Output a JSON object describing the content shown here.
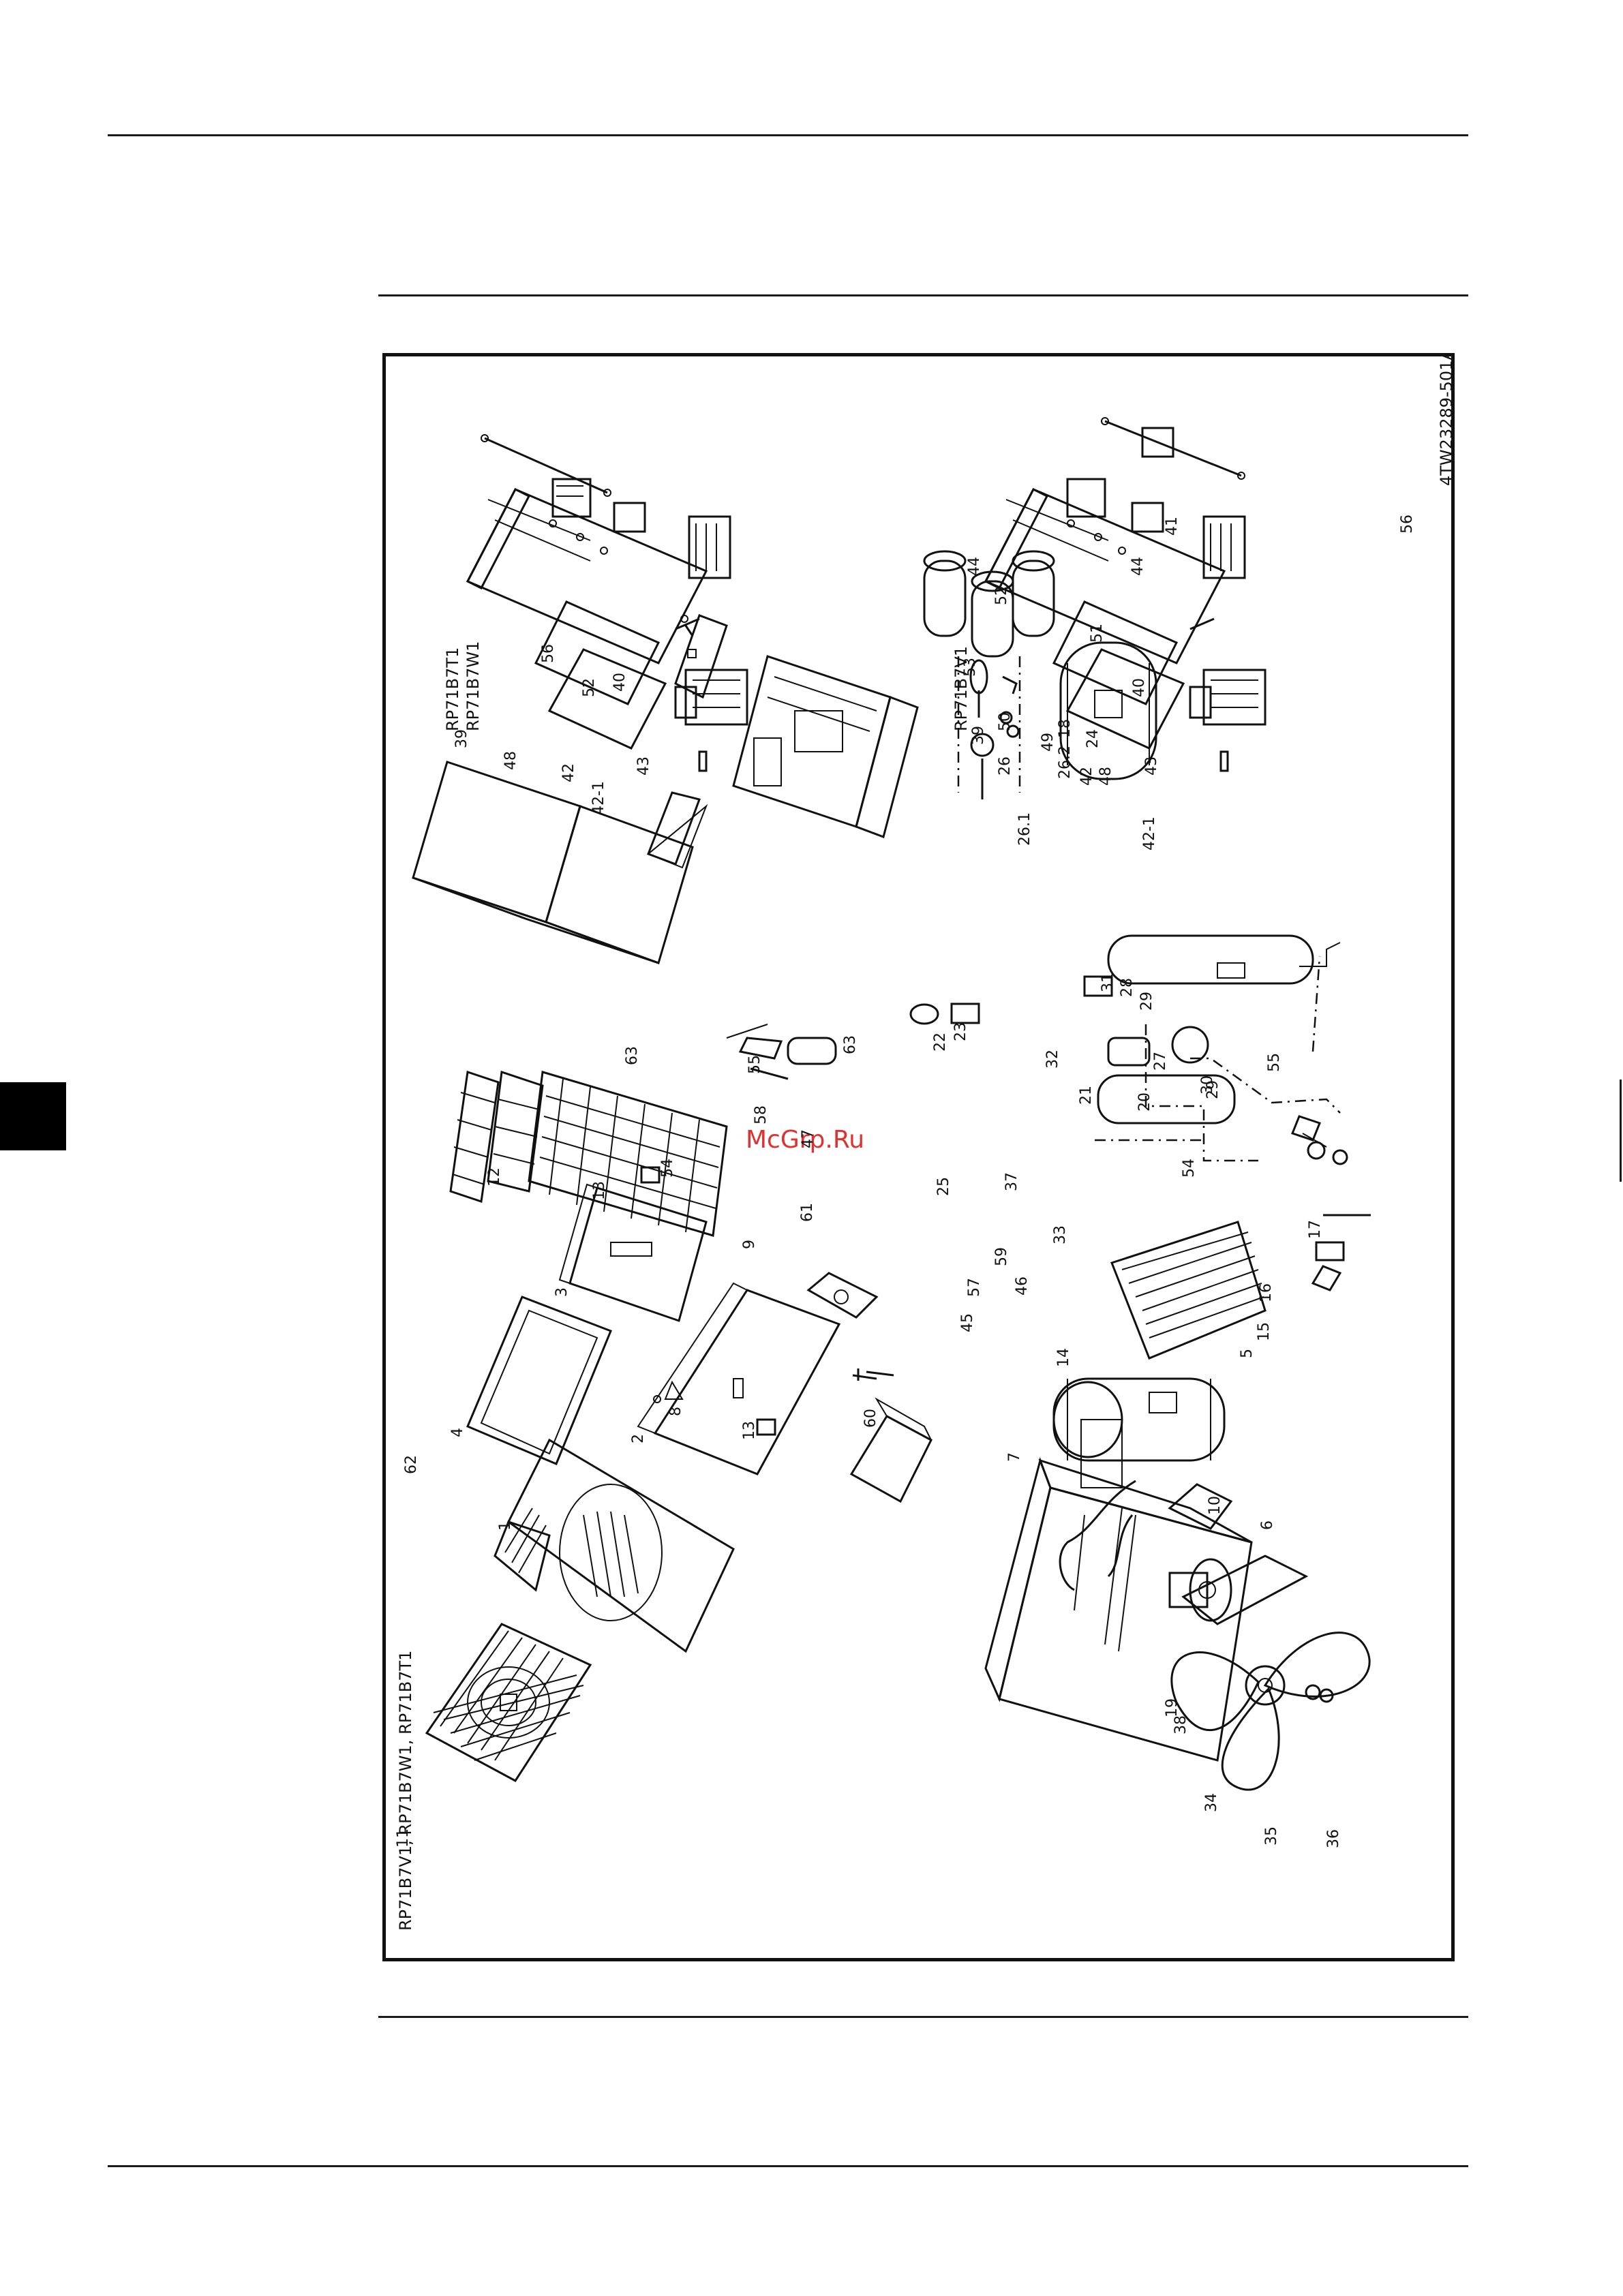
{
  "document": {
    "drawing_code": "4TW23289-501A",
    "watermark": "McGrp.Ru",
    "sections": [
      {
        "id": "main",
        "title": "RP71B7V1, RP71B7W1, RP71B7T1"
      },
      {
        "id": "box_top",
        "title_line1": "RP71B7T1",
        "title_line2": "RP71B7W1"
      },
      {
        "id": "box_bottom",
        "title": "RP71B7V1"
      }
    ],
    "part_labels": {
      "p1": "1",
      "p2": "2",
      "p3": "3",
      "p4": "4",
      "p5": "5",
      "p6": "6",
      "p7": "7",
      "p8": "8",
      "p9": "9",
      "p10": "10",
      "p11": "11",
      "p12": "12",
      "p13a": "13",
      "p13b": "13",
      "p14": "14",
      "p15": "15",
      "p16": "16",
      "p17": "17",
      "p18": "18",
      "p19": "19",
      "p20": "20",
      "p21": "21",
      "p22": "22",
      "p23": "23",
      "p24": "24",
      "p25": "25",
      "p26": "26",
      "p26_1": "26.1",
      "p26_2": "26.2",
      "p27": "27",
      "p28": "28",
      "p29a": "29",
      "p29b": "29",
      "p30": "30",
      "p31": "31",
      "p32": "32",
      "p33": "33",
      "p34": "34",
      "p35": "35",
      "p36": "36",
      "p37": "37",
      "p38": "38",
      "p45": "45",
      "p46": "46",
      "p47": "47",
      "p57": "57",
      "p58": "58",
      "p59": "59",
      "p60": "60",
      "p61": "61",
      "p62": "62",
      "p63a": "63",
      "p63b": "63",
      "t39": "39",
      "t40": "40",
      "t42": "42",
      "t42_1": "42-1",
      "t43": "43",
      "t44": "44",
      "t48": "48",
      "t52": "52",
      "t54": "54",
      "t55": "55",
      "t56": "56",
      "b39": "39",
      "b40": "40",
      "b41": "41",
      "b42": "42",
      "b42_1": "42-1",
      "b43": "43",
      "b44": "44",
      "b48": "48",
      "b49": "49",
      "b50": "50",
      "b51": "51",
      "b52": "52",
      "b53": "53",
      "b54": "54",
      "b55": "55",
      "b56": "56"
    }
  }
}
